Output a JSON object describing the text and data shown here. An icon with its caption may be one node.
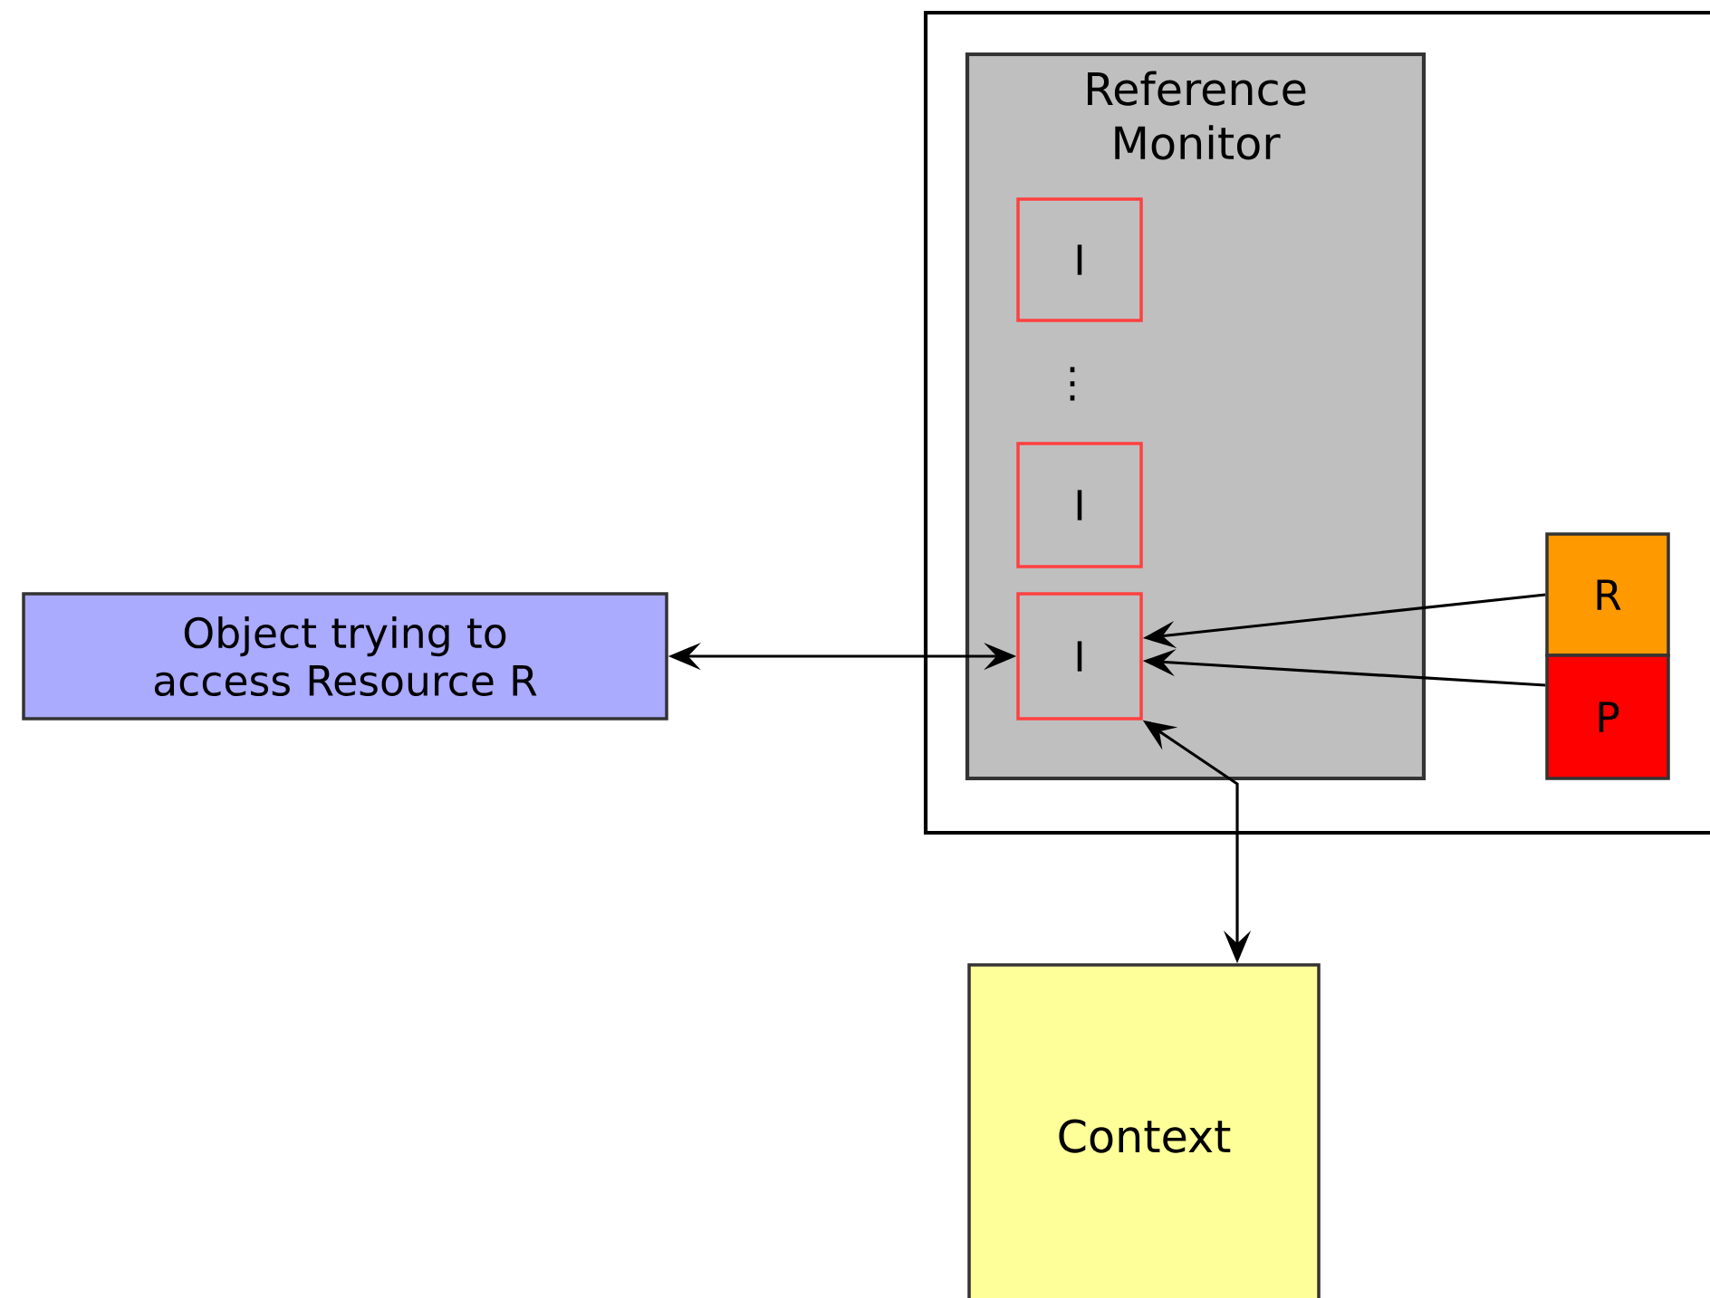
{
  "diagram": {
    "nodes": [
      {
        "text": [],
        "shape": "box"
      },
      {
        "text": [
          "Reference Monitor"
        ],
        "in": 0
      },
      {
        "text": [
          "I"
        ],
        "in": 1
      },
      {
        "text": [
          "I"
        ],
        "in": 1
      },
      {
        "text": [
          "I"
        ],
        "in": 1
      },
      {
        "text": [
          "R"
        ],
        "in": 0
      },
      {
        "text": [
          "P"
        ],
        "in": 0
      },
      {
        "text": [
          "Object trying to access Resource R"
        ]
      },
      {
        "text": [
          "Context"
        ]
      }
    ],
    "edges": [
      {
        "from": 7,
        "to": 4,
        "arrow": "both"
      },
      {
        "from": 5,
        "to": 4,
        "arrow": "to"
      },
      {
        "from": 6,
        "to": 4,
        "arrow": "to"
      },
      {
        "from": 4,
        "to": 8,
        "arrow": "both"
      }
    ],
    "labels": [
      "⋮"
    ]
  }
}
